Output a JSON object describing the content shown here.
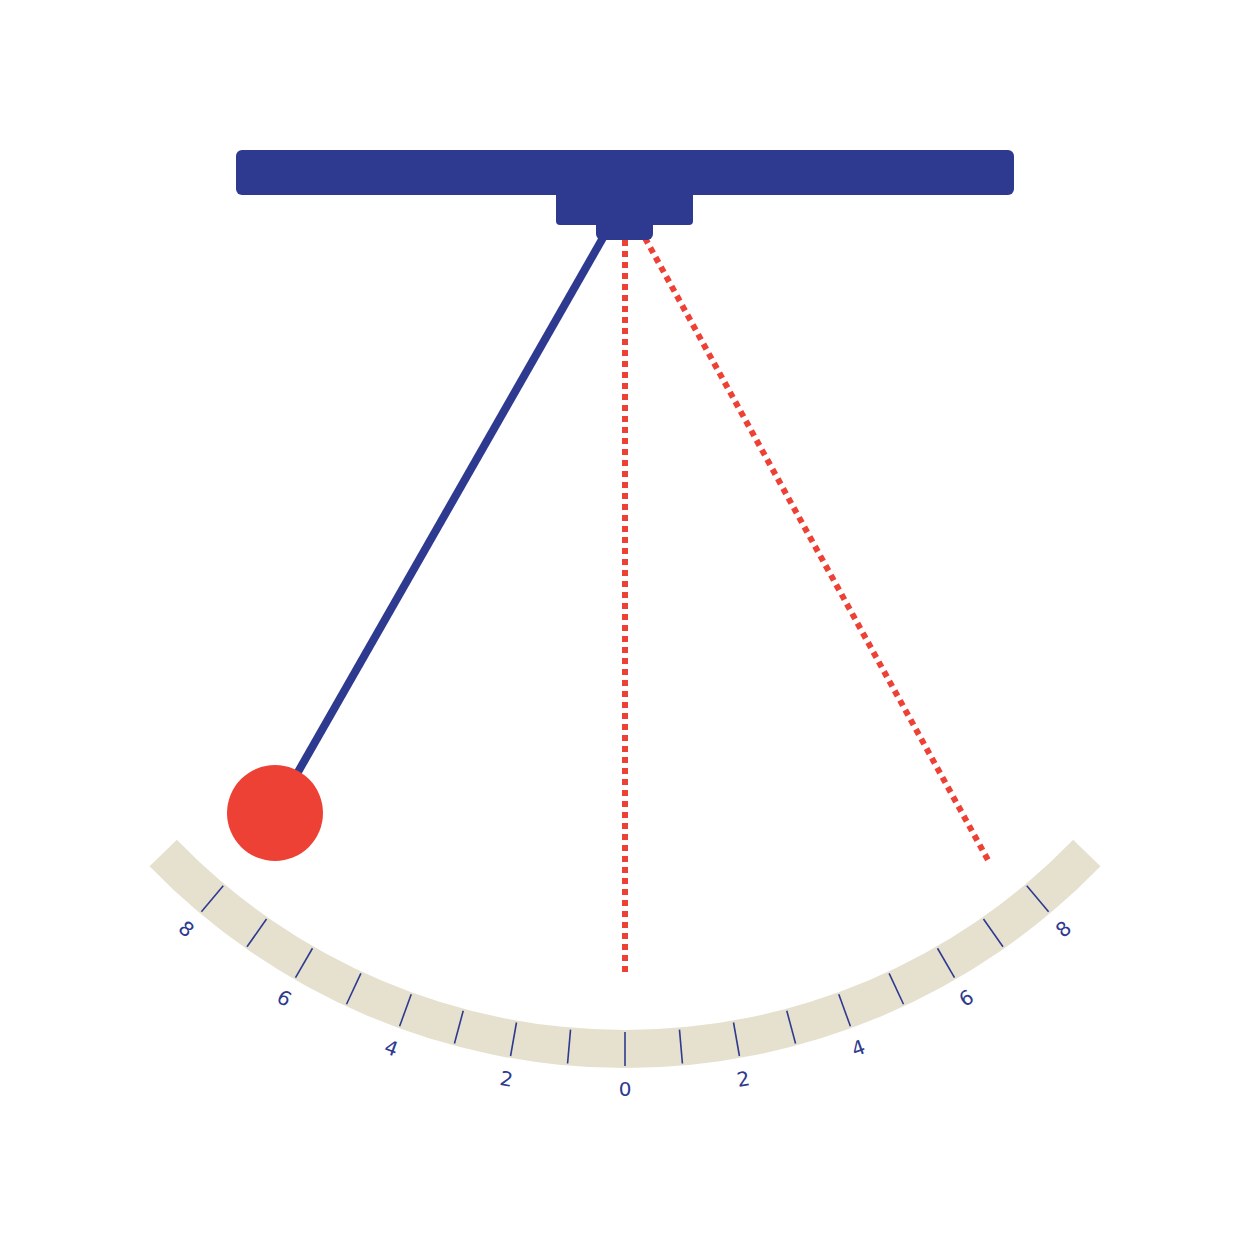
{
  "diagram": {
    "labels": [
      "8",
      "6",
      "4",
      "2",
      "0",
      "2",
      "4",
      "6",
      "8"
    ]
  }
}
